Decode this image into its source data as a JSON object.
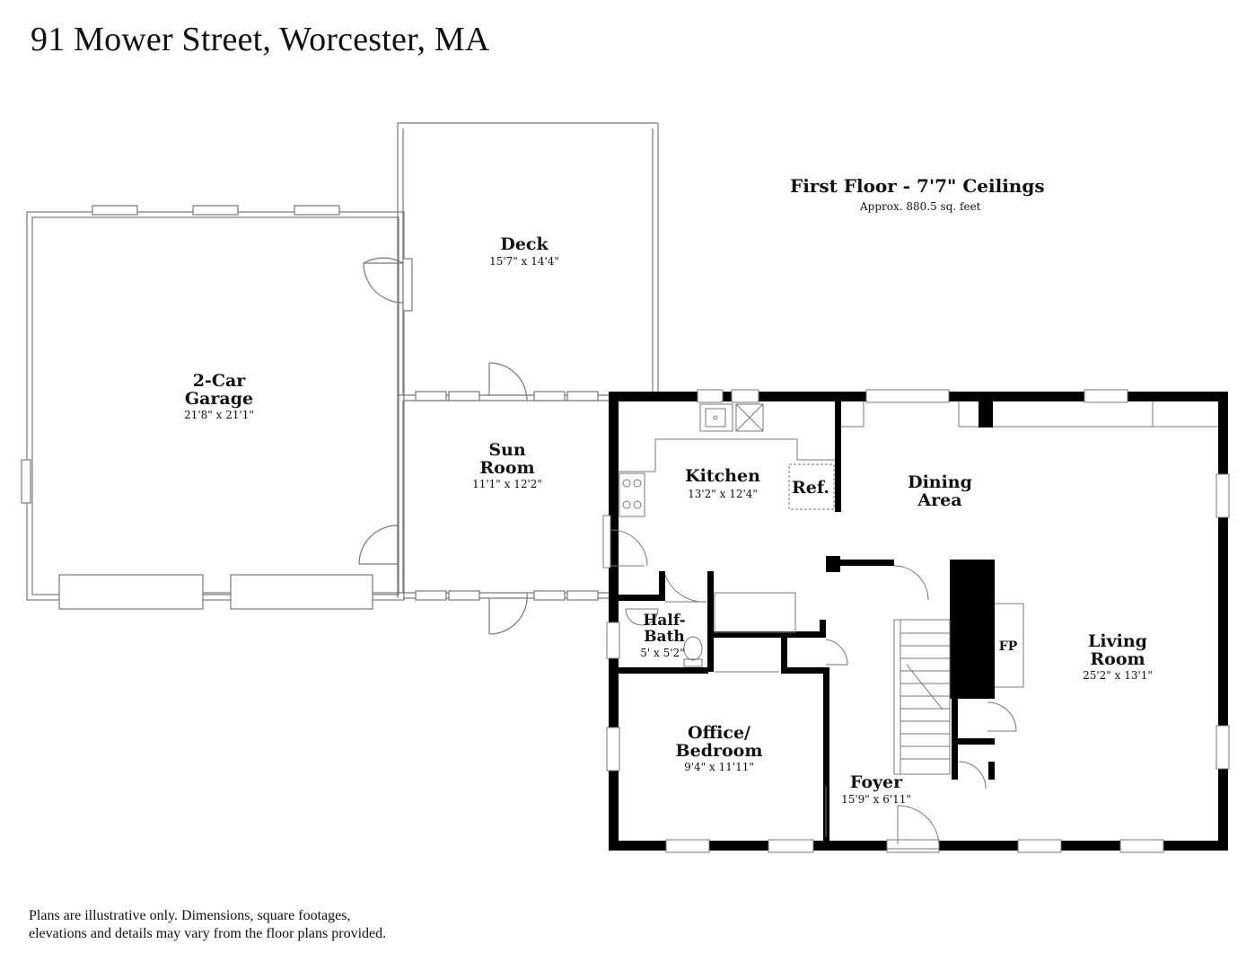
{
  "header": {
    "address": "91 Mower Street, Worcester, MA"
  },
  "floor": {
    "title": "First Floor - 7'7\" Ceilings",
    "area": "Approx. 880.5 sq. feet"
  },
  "rooms": {
    "garage": {
      "name_line1": "2-Car",
      "name_line2": "Garage",
      "dims": "21'8\" x 21'1\""
    },
    "deck": {
      "name_line1": "Deck",
      "dims": "15'7\" x 14'4\""
    },
    "sun_room": {
      "name_line1": "Sun",
      "name_line2": "Room",
      "dims": "11'1\" x 12'2\""
    },
    "kitchen": {
      "name_line1": "Kitchen",
      "dims": "13'2\" x 12'4\""
    },
    "refrigerator": {
      "label": "Ref."
    },
    "dining": {
      "name_line1": "Dining",
      "name_line2": "Area"
    },
    "half_bath": {
      "name_line1": "Half-",
      "name_line2": "Bath",
      "dims": "5' x 5'2\""
    },
    "office": {
      "name_line1": "Office/",
      "name_line2": "Bedroom",
      "dims": "9'4\" x 11'11\""
    },
    "foyer": {
      "name_line1": "Foyer",
      "dims": "15'9\" x 6'11\""
    },
    "fireplace": {
      "label": "FP"
    },
    "living": {
      "name_line1": "Living",
      "name_line2": "Room",
      "dims": "25'2\" x 13'1\""
    }
  },
  "footer": {
    "line1": "Plans are illustrative only. Dimensions, square footages,",
    "line2": "elevations and details may vary from the floor plans provided."
  }
}
